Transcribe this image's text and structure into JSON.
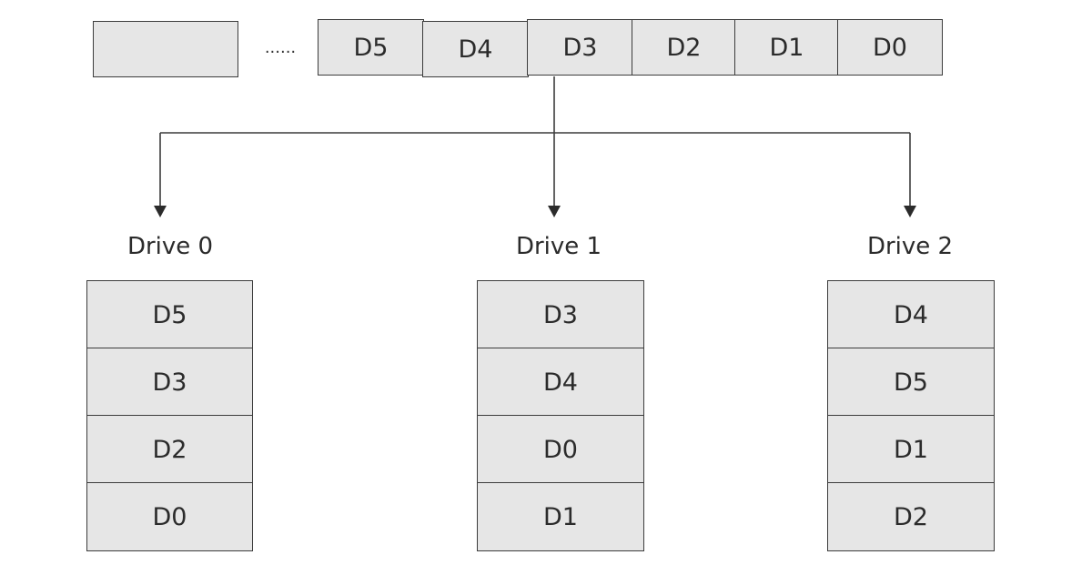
{
  "sequence": {
    "ellipsis": "......",
    "blocks": [
      "D5",
      "D4",
      "D3",
      "D2",
      "D1",
      "D0"
    ],
    "leading_block": ""
  },
  "drives": [
    {
      "label": "Drive 0",
      "blocks": [
        "D5",
        "D3",
        "D2",
        "D0"
      ]
    },
    {
      "label": "Drive 1",
      "blocks": [
        "D3",
        "D4",
        "D0",
        "D1"
      ]
    },
    {
      "label": "Drive 2",
      "blocks": [
        "D4",
        "D5",
        "D1",
        "D2"
      ]
    }
  ]
}
